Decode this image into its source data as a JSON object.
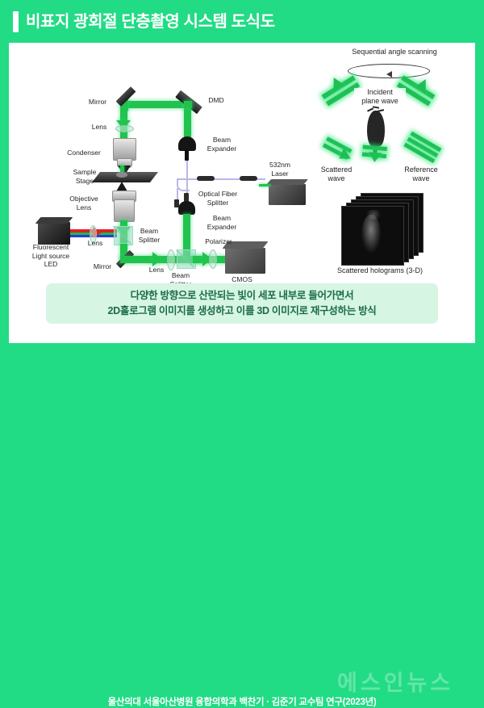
{
  "header": {
    "title": "비표지 광회절 단층촬영 시스템 도식도",
    "accent_color": "#ffffff"
  },
  "theme": {
    "background": "#22db85",
    "card_background": "#ffffff",
    "caption_background": "#d6f5e3",
    "caption_text_color": "#1b6b4a",
    "beam_green": "#22c24e",
    "fiber_violet": "#b9b7e8"
  },
  "figure": {
    "left_panel_labels": [
      {
        "id": "mirror-top",
        "text": "Mirror"
      },
      {
        "id": "lens-top",
        "text": "Lens"
      },
      {
        "id": "condenser",
        "text": "Condenser"
      },
      {
        "id": "sample-stage",
        "text": "Sample\nStage"
      },
      {
        "id": "objective-lens",
        "text": "Objective\nLens"
      },
      {
        "id": "fluorescent-led",
        "text": "Fluorescent\nLight source\nLED"
      },
      {
        "id": "lens-led",
        "text": "Lens"
      },
      {
        "id": "beam-splitter-1",
        "text": "Beam\nSplitter"
      },
      {
        "id": "mirror-bottom",
        "text": "Mirror"
      },
      {
        "id": "lens-bottom",
        "text": "Lens"
      },
      {
        "id": "dmd",
        "text": "DMD"
      },
      {
        "id": "beam-expander-1",
        "text": "Beam\nExpander"
      },
      {
        "id": "laser",
        "text": "532nm\nLaser"
      },
      {
        "id": "fiber-splitter",
        "text": "Optical Fiber\nSplitter"
      },
      {
        "id": "beam-expander-2",
        "text": "Beam\nExpander"
      },
      {
        "id": "polarizer",
        "text": "Polarizer"
      },
      {
        "id": "beam-splitter-2",
        "text": "Beam\nSplitter"
      },
      {
        "id": "cmos-camera",
        "text": "CMOS\nCamera"
      }
    ],
    "right_panel_labels": [
      {
        "id": "angle-scanning",
        "text": "Sequential angle scanning"
      },
      {
        "id": "incident-wave",
        "text": "Incident\nplane wave"
      },
      {
        "id": "scattered-wave",
        "text": "Scattered\nwave"
      },
      {
        "id": "reference-wave",
        "text": "Reference\nwave"
      },
      {
        "id": "holograms",
        "text": "Scattered holograms (3-D)"
      }
    ]
  },
  "caption": {
    "line1": "다양한 방향으로 산란되는 빛이 세포 내부로 들어가면서",
    "line2": "2D홀로그램 이미지를 생성하고 이를 3D 이미지로 재구성하는 방식"
  },
  "footer": {
    "credit": "울산의대 서울아산병원 융합의학과 백찬기 · 김준기 교수팀 연구(2023년)",
    "watermark": "에스인뉴스"
  }
}
